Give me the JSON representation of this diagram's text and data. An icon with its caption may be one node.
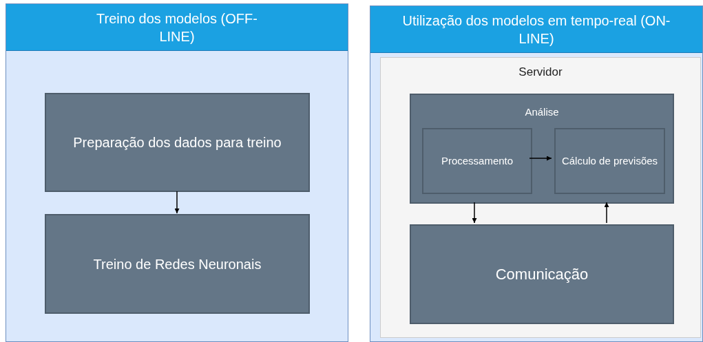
{
  "diagram": {
    "nodes": [
      {
        "text": [
          "Treino dos modelos (OFF-LINE)"
        ]
      },
      {
        "text": [
          "Preparação dos dados para treino"
        ],
        "in": 0
      },
      {
        "text": [
          "Treino de Redes Neuronais"
        ],
        "in": 0
      },
      {
        "text": [
          "Utilização dos modelos em tempo-real (ON-LINE)"
        ]
      },
      {
        "text": [
          "Servidor"
        ],
        "in": 3
      },
      {
        "text": [
          "Análise"
        ],
        "in": 4
      },
      {
        "text": [
          "Processamento"
        ],
        "in": 5
      },
      {
        "text": [
          "Cálculo de previsões"
        ],
        "in": 5
      },
      {
        "text": [
          "Comunicação"
        ],
        "in": 4
      }
    ],
    "edges": [
      {
        "from": 1,
        "to": 2,
        "arrow": "to"
      },
      {
        "from": 6,
        "to": 7,
        "arrow": "to"
      },
      {
        "from": 5,
        "to": 8,
        "arrow": "to"
      },
      {
        "from": 8,
        "to": 5,
        "arrow": "to"
      }
    ]
  }
}
